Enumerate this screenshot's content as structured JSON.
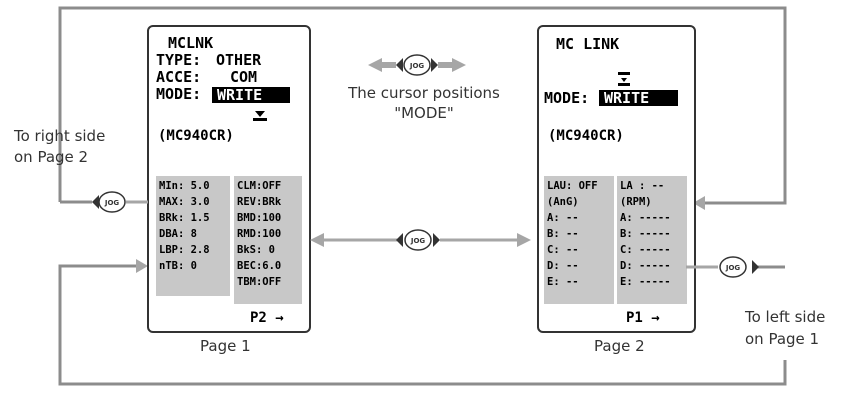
{
  "page1": {
    "title": "MCLNK",
    "type_label": "TYPE:",
    "type_value": "OTHER",
    "acce_label": "ACCE:",
    "acce_value": "COM",
    "mode_label": "MODE:",
    "mode_value": "WRITE",
    "model": "(MC940CR)",
    "grid_left": [
      "MIn: 5.0",
      "MAX: 3.0",
      "BRk: 1.5",
      "DBA:   8",
      "LBP: 2.8",
      "nTB:   0"
    ],
    "grid_right": [
      "CLM:OFF",
      "REV:BRk",
      "BMD:100",
      "RMD:100",
      "BkS:  0",
      "BEC:6.0",
      "TBM:OFF"
    ],
    "page_indicator": "P2 →",
    "caption": "Page 1"
  },
  "page2": {
    "title": "MC LINK",
    "mode_label": "MODE:",
    "mode_value": "WRITE",
    "model": "(MC940CR)",
    "grid_left": [
      "LAU: OFF",
      "  (AnG)",
      "A: --",
      "B: --",
      "C: --",
      "D: --",
      "E: --"
    ],
    "grid_right": [
      "LA : --",
      "(RPM)",
      "A: -----",
      "B: -----",
      "C: -----",
      "D: -----",
      "E: -----"
    ],
    "page_indicator": "P1 →",
    "caption": "Page 2"
  },
  "annotations": {
    "cursor_line1": "The cursor positions",
    "cursor_line2": "\"MODE\"",
    "right_side_line1": "To right side",
    "right_side_line2": "on Page 2",
    "left_side_line1": "To left side",
    "left_side_line2": "on Page 1"
  },
  "jog_label": "JOG",
  "colors": {
    "screen_border": "#333333",
    "grid_bg": "#c8c8c8",
    "arrow_gray": "#a6a6a6",
    "loop_line": "#8c8c8c",
    "highlight_bg": "#000000",
    "highlight_fg": "#ffffff"
  }
}
